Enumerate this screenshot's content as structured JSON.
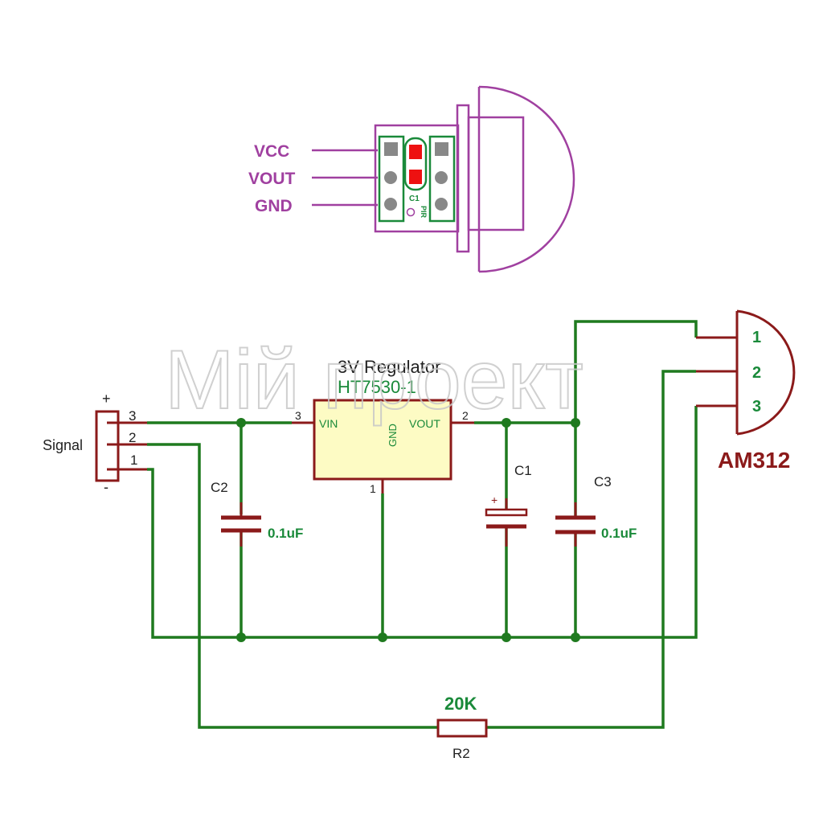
{
  "pir_module": {
    "pins": [
      "VCC",
      "VOUT",
      "GND"
    ],
    "board_labels": {
      "c1": "C1",
      "pir": "PIR"
    }
  },
  "watermark": "Мій проект",
  "regulator": {
    "title": "3V Regulator",
    "part": "HT7530-1",
    "pin_vin": "VIN",
    "pin_vout": "VOUT",
    "pin_gnd": "GND",
    "pin_num_vin": "3",
    "pin_num_vout": "2",
    "pin_num_gnd": "1"
  },
  "connector": {
    "label": "Signal",
    "plus": "+",
    "minus": "-",
    "pins": [
      "3",
      "2",
      "1"
    ]
  },
  "capacitors": {
    "c2": {
      "name": "C2",
      "value": "0.1uF"
    },
    "c1": {
      "name": "C1",
      "polarity": "+"
    },
    "c3": {
      "name": "C3",
      "value": "0.1uF"
    }
  },
  "sensor": {
    "name": "AM312",
    "pins": [
      "1",
      "2",
      "3"
    ]
  },
  "resistor": {
    "name": "R2",
    "value": "20K"
  },
  "colors": {
    "wire": "#1f7a1f",
    "component": "#8b1a1a",
    "pir_outline": "#a040a0",
    "regulator_fill": "#fdfbc4",
    "label_green": "#1a8a3a",
    "pir_red": "#ee1111"
  }
}
